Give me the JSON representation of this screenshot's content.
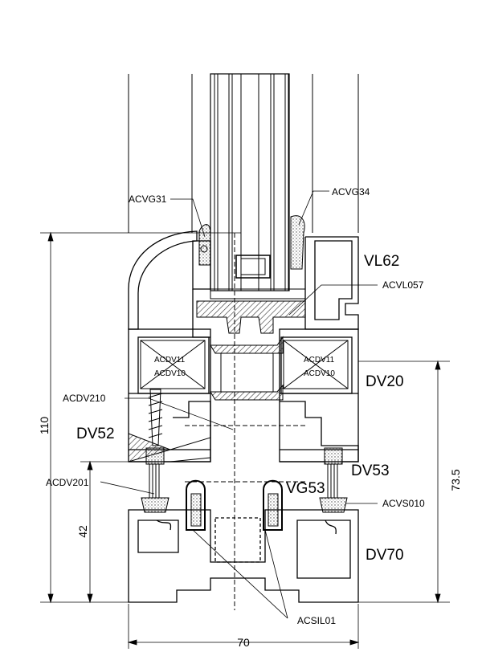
{
  "labels": {
    "acvg31": "ACVG31",
    "acvg34": "ACVG34",
    "vl62": "VL62",
    "acvl057": "ACVL057",
    "acdv11_left": "ACDV11",
    "acdv10_left": "ACDV10",
    "acdv11_right": "ACDV11",
    "acdv10_right": "ACDV10",
    "dv20": "DV20",
    "acdv210": "ACDV210",
    "dv52": "DV52",
    "dv53": "DV53",
    "acdv201": "ACDV201",
    "vg53": "VG53",
    "acvs010": "ACVS010",
    "dv70": "DV70",
    "acsil01": "ACSIL01"
  },
  "dimensions": {
    "height_total": "110",
    "height_bottom": "42",
    "height_right": "73.5",
    "width": "70"
  },
  "colors": {
    "line": "#000000",
    "hatch": "#4a4a4a",
    "glass_fill": "#ffffff"
  }
}
